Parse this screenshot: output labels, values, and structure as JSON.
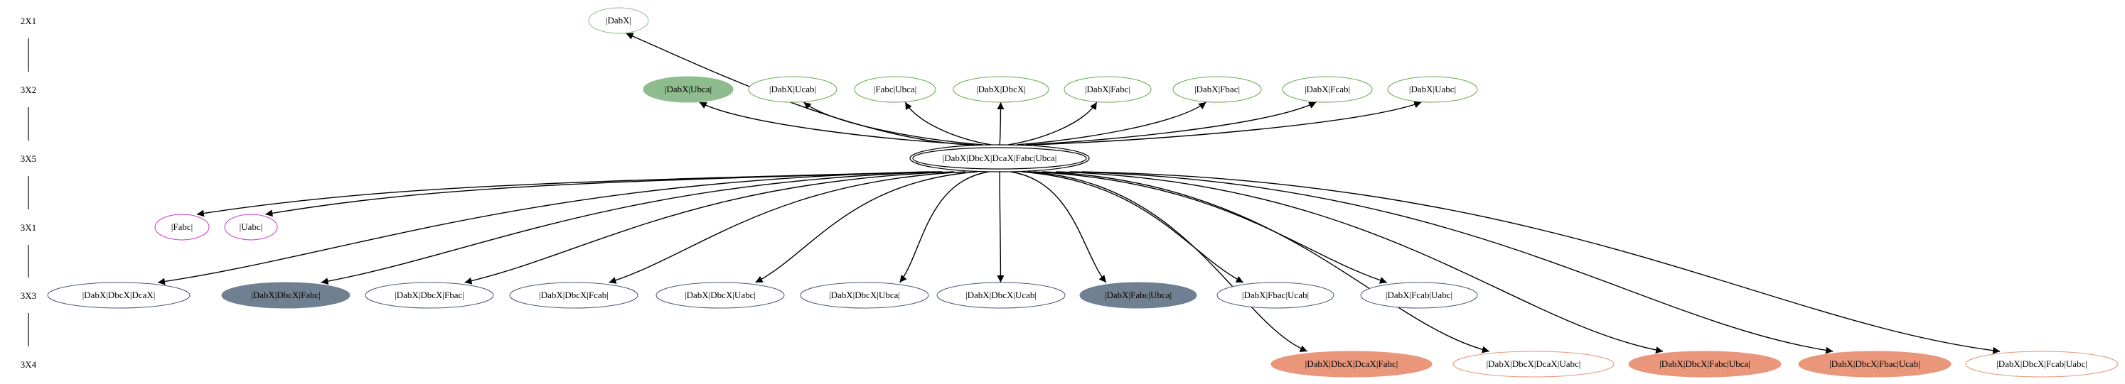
{
  "ranks": [
    {
      "id": "r2x1",
      "label": "2X1"
    },
    {
      "id": "r3x2",
      "label": "3X2"
    },
    {
      "id": "r3x5",
      "label": "3X5"
    },
    {
      "id": "r3x1",
      "label": "3X1"
    },
    {
      "id": "r3x3",
      "label": "3X3"
    },
    {
      "id": "r3x4",
      "label": "3X4"
    }
  ],
  "center": {
    "id": "c",
    "label": "|DabX|DbcX|DcaX|Fabc|Ubca|"
  },
  "nodes": [
    {
      "id": "n2x1",
      "rank": "r2x1",
      "label": "|DabX|",
      "style": "outline",
      "color": "#8fbc8f"
    },
    {
      "id": "g1",
      "rank": "r3x2",
      "label": "|DabX|Ubca|",
      "style": "filled",
      "color": "#8fbc8f"
    },
    {
      "id": "g2",
      "rank": "r3x2",
      "label": "|DabX|Ucab|",
      "style": "outline",
      "color": "#6aa84f"
    },
    {
      "id": "g3",
      "rank": "r3x2",
      "label": "|Fabc|Ubca|",
      "style": "outline",
      "color": "#6aa84f"
    },
    {
      "id": "g4",
      "rank": "r3x2",
      "label": "|DabX|DbcX|",
      "style": "outline",
      "color": "#6aa84f"
    },
    {
      "id": "g5",
      "rank": "r3x2",
      "label": "|DabX|Fabc|",
      "style": "outline",
      "color": "#6aa84f"
    },
    {
      "id": "g6",
      "rank": "r3x2",
      "label": "|DabX|Fbac|",
      "style": "outline",
      "color": "#6aa84f"
    },
    {
      "id": "g7",
      "rank": "r3x2",
      "label": "|DabX|Fcab|",
      "style": "outline",
      "color": "#6aa84f"
    },
    {
      "id": "g8",
      "rank": "r3x2",
      "label": "|DabX|Uabc|",
      "style": "outline",
      "color": "#6aa84f"
    },
    {
      "id": "m1",
      "rank": "r3x1",
      "label": "|Fabc|",
      "style": "outline",
      "color": "#cc33cc"
    },
    {
      "id": "m2",
      "rank": "r3x1",
      "label": "|Uabc|",
      "style": "outline",
      "color": "#cc33cc"
    },
    {
      "id": "s1",
      "rank": "r3x3",
      "label": "|DabX|DbcX|DcaX|",
      "style": "outline",
      "color": "#4a5a78"
    },
    {
      "id": "s2",
      "rank": "r3x3",
      "label": "|DabX|DbcX|Fabc|",
      "style": "filled",
      "color": "#708090"
    },
    {
      "id": "s3",
      "rank": "r3x3",
      "label": "|DabX|DbcX|Fbac|",
      "style": "outline",
      "color": "#4a5a78"
    },
    {
      "id": "s4",
      "rank": "r3x3",
      "label": "|DabX|DbcX|Fcab|",
      "style": "outline",
      "color": "#4a5a78"
    },
    {
      "id": "s5",
      "rank": "r3x3",
      "label": "|DabX|DbcX|Uabc|",
      "style": "outline",
      "color": "#4a5a78"
    },
    {
      "id": "s6",
      "rank": "r3x3",
      "label": "|DabX|DbcX|Ubca|",
      "style": "outline",
      "color": "#4a5a78"
    },
    {
      "id": "s7",
      "rank": "r3x3",
      "label": "|DabX|DbcX|Ucab|",
      "style": "outline",
      "color": "#4a5a78"
    },
    {
      "id": "s8",
      "rank": "r3x3",
      "label": "|DabX|Fabc|Ubca|",
      "style": "filled",
      "color": "#708090"
    },
    {
      "id": "s9",
      "rank": "r3x3",
      "label": "|DabX|Fbac|Ucab|",
      "style": "outline",
      "color": "#4a5a78"
    },
    {
      "id": "s10",
      "rank": "r3x3",
      "label": "|DabX|Fcab|Uabc|",
      "style": "outline",
      "color": "#4a5a78"
    },
    {
      "id": "o1",
      "rank": "r3x4",
      "label": "|DabX|DbcX|DcaX|Fabc|",
      "style": "filled",
      "color": "#e9967a"
    },
    {
      "id": "o2",
      "rank": "r3x4",
      "label": "|DabX|DbcX|DcaX|Uabc|",
      "style": "outline",
      "color": "#e9967a"
    },
    {
      "id": "o3",
      "rank": "r3x4",
      "label": "|DabX|DbcX|Fabc|Ubca|",
      "style": "filled",
      "color": "#e9967a"
    },
    {
      "id": "o4",
      "rank": "r3x4",
      "label": "|DabX|DbcX|Fbac|Ucab|",
      "style": "filled",
      "color": "#e9967a"
    },
    {
      "id": "o5",
      "rank": "r3x4",
      "label": "|DabX|DbcX|Fcab|Uabc|",
      "style": "outline",
      "color": "#e9967a"
    }
  ],
  "edges": [
    "n2x1",
    "g1",
    "g2",
    "g3",
    "g4",
    "g5",
    "g6",
    "g7",
    "g8",
    "m1",
    "m2",
    "s1",
    "s2",
    "s3",
    "s4",
    "s5",
    "s6",
    "s7",
    "s8",
    "s9",
    "s10",
    "o1",
    "o2",
    "o3",
    "o4",
    "o5"
  ]
}
